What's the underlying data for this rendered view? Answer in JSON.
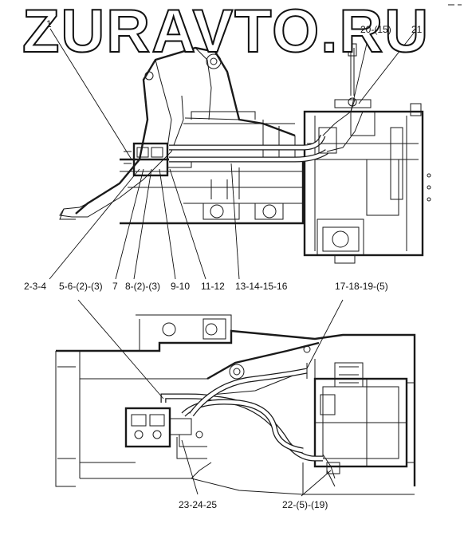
{
  "watermark": "ZURAVTO.RU",
  "top_view": {
    "callouts": {
      "c1": "1",
      "c20": "20-(15)",
      "c21": "21",
      "c2_3_4": "2-3-4",
      "c5_6": "5-6-(2)-(3)",
      "c7": "7",
      "c8": "8-(2)-(3)",
      "c9_10": "9-10",
      "c11_12": "11-12",
      "c13_16": "13-14-15-16",
      "c17_19": "17-18-19-(5)"
    }
  },
  "bottom_view": {
    "callouts": {
      "c23_25": "23-24-25",
      "c22": "22-(5)-(19)"
    }
  }
}
